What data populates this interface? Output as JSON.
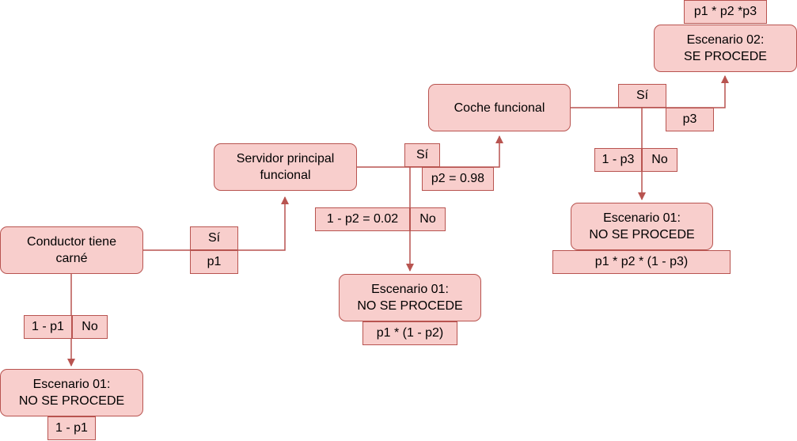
{
  "nodes": {
    "conductor": [
      "Conductor tiene",
      "carné"
    ],
    "servidor": [
      "Servidor principal",
      "funcional"
    ],
    "coche": [
      "Coche funcional"
    ],
    "esc01_a": [
      "Escenario 01:",
      "NO SE PROCEDE"
    ],
    "esc01_b": [
      "Escenario 01:",
      "NO SE PROCEDE"
    ],
    "esc01_c": [
      "Escenario 01:",
      "NO SE PROCEDE"
    ],
    "esc02": [
      "Escenario 02:",
      "SE PROCEDE"
    ]
  },
  "labels": {
    "si_1": "Sí",
    "p1": "p1",
    "one_minus_p1": "1 - p1",
    "no_1": "No",
    "result_a": "1 - p1",
    "si_2": "Sí",
    "p2": "p2 = 0.98",
    "one_minus_p2": "1 - p2 = 0.02",
    "no_2": "No",
    "result_b": "p1 * (1 - p2)",
    "si_3": "Sí",
    "p3": "p3",
    "one_minus_p3": "1 - p3",
    "no_3": "No",
    "result_c": "p1 * p2 * (1 - p3)",
    "result_d": "p1 * p2 *p3"
  },
  "colors": {
    "fill": "#f8cecc",
    "stroke": "#b85450"
  }
}
